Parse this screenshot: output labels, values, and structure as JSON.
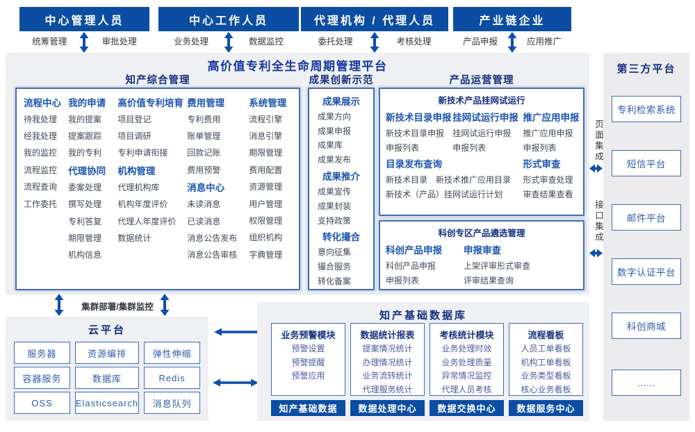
{
  "colors": {
    "accent_blue": "#0b4da2",
    "heading_blue": "#1d55ae",
    "navy_title": "#132e7e",
    "item_gray": "#3e4757",
    "panel_gray": "#eef0f3",
    "arrow_blue": "#0d4fae"
  },
  "roles": [
    {
      "title": "中心管理人员",
      "left": "统筹管理",
      "right": "审批处理"
    },
    {
      "title": "中心工作人员",
      "left": "业务处理",
      "right": "数据监控"
    },
    {
      "title": "代理机构 / 代理人员",
      "left": "委托处理",
      "right": "考核处理"
    },
    {
      "title": "产业链企业",
      "left": "产品申报",
      "right": "应用推广"
    }
  ],
  "platform": {
    "title": "高价值专利全生命周期管理平台",
    "ip": {
      "title": "知产综合管理",
      "col1": [
        {
          "h": "流程中心"
        },
        "待我处理",
        "经我处理",
        "我的监控",
        "流程监控",
        "流程查询",
        "工作委托"
      ],
      "col2": [
        {
          "h": "我的申请"
        },
        "我的提案",
        "提案跟踪",
        "我的专利",
        {
          "h": "代理协同"
        },
        "委案处理",
        "撰写处理",
        "专利答复",
        "期限管理",
        "机构信息"
      ],
      "col3": [
        {
          "h": "高价值专利培育"
        },
        "项目登记",
        "项目调研",
        "专利申请衔接",
        {
          "h": "机构管理"
        },
        "代理机构库",
        "机构年度评价",
        "代理人年度评价",
        "数据统计"
      ],
      "col4": [
        {
          "h": "费用管理"
        },
        "专利费用",
        "账单管理",
        "回款记账",
        "费用预警",
        {
          "h": "消息中心"
        },
        "未读消息",
        "已读消息",
        "消息公告发布",
        "消息公告审核"
      ],
      "col5": [
        {
          "h": "系统管理"
        },
        "流程引擎",
        "消息引擎",
        "期限管理",
        "费用配置",
        "资源管理",
        "用户管理",
        "权限管理",
        "组织机构",
        "字典管理"
      ]
    },
    "achievement": {
      "title": "成果创新示范",
      "entries": [
        {
          "h": "成果展示"
        },
        "成果方向",
        "成果申报",
        "成果库",
        "成果发布",
        {
          "h": "成果推介"
        },
        "成果宣传",
        "成果封装",
        "支持政策",
        {
          "h": "转化撮合"
        },
        "意向征集",
        "撮合服务",
        "转化备案"
      ]
    },
    "product": {
      "title": "产品运营管理",
      "box1": {
        "header": "新技术产品挂网试运行",
        "cols": [
          [
            {
              "h": "新技术目录申报"
            },
            "新技术目录申报",
            "申报列表"
          ],
          [
            {
              "h": "挂网试运行申报"
            },
            "挂网试运行申报",
            "申报列表"
          ],
          [
            {
              "h": "推广应用申报"
            },
            "推广应用申报",
            "申报列表"
          ]
        ],
        "bottom_left": [
          {
            "h": "目录发布查询"
          },
          "新技术目录　新技术推广应用目录",
          "新技术（产品）挂网试运行计划"
        ],
        "bottom_right": [
          {
            "h": "形式审查"
          },
          "形式审查处理",
          "审查结果查看"
        ]
      },
      "box2": {
        "header": "科创专区产品遴选管理",
        "cols": [
          [
            {
              "h": "科创产品申报"
            },
            "科创产品申报",
            "申报列表"
          ],
          [
            {
              "h": "申报审查"
            },
            "上架评审形式审查",
            "评审结果查询"
          ]
        ]
      }
    }
  },
  "integration": {
    "page": "页面集成",
    "api": "接口集成",
    "cluster": "集群部署/集群监控"
  },
  "third_party": {
    "title": "第三方平台",
    "items": [
      "专利检索系统",
      "短信平台",
      "邮件平台",
      "数字认证平台",
      "科创商城",
      "......"
    ]
  },
  "cloud": {
    "title": "云平台",
    "items": [
      "服务器",
      "资源编排",
      "弹性伸缩",
      "容器服务",
      "数据库",
      "Redis",
      "OSS",
      "Elasticsearch",
      "消息队列"
    ]
  },
  "database": {
    "title": "知产基础数据库",
    "modules": [
      {
        "title": "业务预警模块",
        "items": [
          "预警设置",
          "预警提醒",
          "预警应用"
        ]
      },
      {
        "title": "数据统计报表",
        "items": [
          "提案情况统计",
          "办理情况统计",
          "业务流转统计",
          "代理服务统计"
        ]
      },
      {
        "title": "考核统计模块",
        "items": [
          "业务处理时效",
          "业务处理质量",
          "异常情况监控",
          "代理人员考核"
        ]
      },
      {
        "title": "流程看板",
        "items": [
          "人员工单看板",
          "机构工单看板",
          "业务类型看板",
          "核心业务看板"
        ]
      }
    ],
    "bars": [
      "知产基础数据",
      "数据处理中心",
      "数据交换中心",
      "数据服务中心"
    ]
  }
}
